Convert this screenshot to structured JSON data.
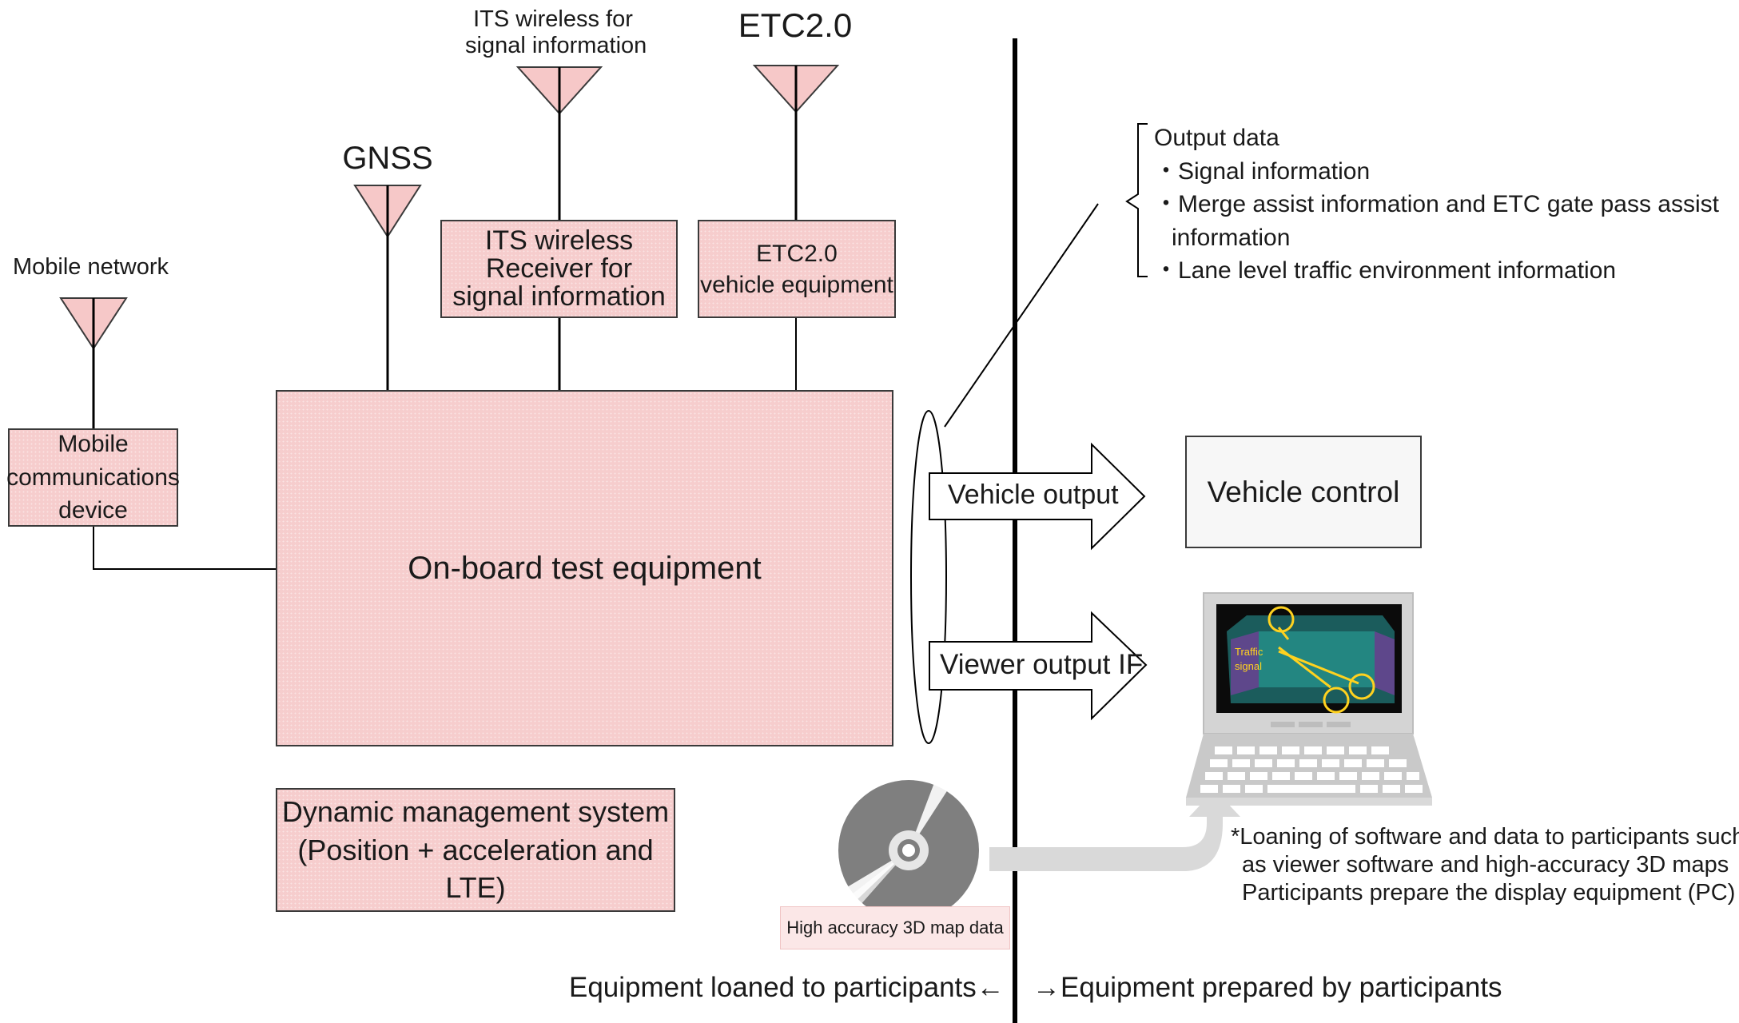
{
  "antennas": {
    "its_wireless_label": [
      "ITS wireless for",
      "signal information"
    ],
    "etc_label": "ETC2.0",
    "gnss_label": "GNSS",
    "mobile_label": "Mobile network"
  },
  "boxes": {
    "its_receiver": [
      "ITS wireless",
      "Receiver for",
      "signal information"
    ],
    "etc_equipment": [
      "ETC2.0",
      "vehicle equipment"
    ],
    "mobile_device": [
      "Mobile",
      "communications",
      "device"
    ],
    "onboard": "On-board test equipment",
    "dynamic_mgmt": [
      "Dynamic management system",
      "(Position + acceleration and LTE)"
    ],
    "vehicle_control": "Vehicle control"
  },
  "arrows": {
    "vehicle_output": "Vehicle output",
    "viewer_output": "Viewer output IF"
  },
  "output_data": {
    "title": "Output data",
    "items": [
      "・Signal information",
      "・Merge assist information and ETC gate pass assist",
      "information",
      "・Lane level traffic environment information"
    ]
  },
  "disc_label": "High accuracy 3D map data",
  "screen_label": [
    "Traffic",
    "signal"
  ],
  "loan_note": [
    "*Loaning of software and data to participants such",
    "as viewer software and high-accuracy 3D maps",
    "Participants prepare the display equipment (PC)"
  ],
  "footer": {
    "left": "Equipment loaned to participants←",
    "right": "→Equipment prepared by participants"
  }
}
